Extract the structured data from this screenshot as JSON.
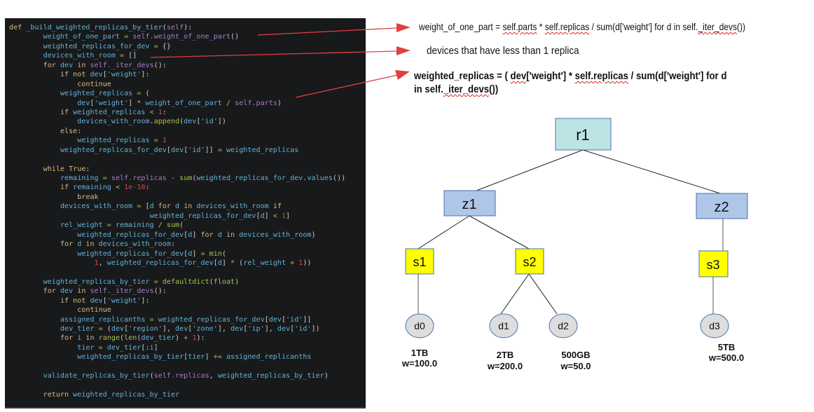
{
  "code": {
    "lines": [
      [
        [
          "kw",
          "def "
        ],
        [
          "id",
          "_build_weighted_replicas_by_tier"
        ],
        [
          "pn",
          "("
        ],
        [
          "sf",
          "self"
        ],
        [
          "pn",
          "):"
        ]
      ],
      [
        [
          "pn",
          "        "
        ],
        [
          "id",
          "weight_of_one_part "
        ],
        [
          "op",
          "="
        ],
        [
          "pn",
          " "
        ],
        [
          "sf",
          "self.weight_of_one_part"
        ],
        [
          "pn",
          "()"
        ]
      ],
      [
        [
          "pn",
          "        "
        ],
        [
          "id",
          "weighted_replicas_for_dev "
        ],
        [
          "op",
          "="
        ],
        [
          "pn",
          " {}"
        ]
      ],
      [
        [
          "pn",
          "        "
        ],
        [
          "id",
          "devices_with_room "
        ],
        [
          "op",
          "="
        ],
        [
          "pn",
          " []"
        ]
      ],
      [
        [
          "pn",
          "        "
        ],
        [
          "kw",
          "for "
        ],
        [
          "id",
          "dev "
        ],
        [
          "kw",
          "in "
        ],
        [
          "sf",
          "self._iter_devs"
        ],
        [
          "pn",
          "():"
        ]
      ],
      [
        [
          "pn",
          "            "
        ],
        [
          "kw",
          "if not "
        ],
        [
          "id",
          "dev"
        ],
        [
          "pn",
          "["
        ],
        [
          "st",
          "'weight'"
        ],
        [
          "pn",
          "]:"
        ]
      ],
      [
        [
          "pn",
          "                "
        ],
        [
          "kw",
          "continue"
        ]
      ],
      [
        [
          "pn",
          "            "
        ],
        [
          "id",
          "weighted_replicas "
        ],
        [
          "op",
          "="
        ],
        [
          "pn",
          " ("
        ]
      ],
      [
        [
          "pn",
          "                "
        ],
        [
          "id",
          "dev"
        ],
        [
          "pn",
          "["
        ],
        [
          "st",
          "'weight'"
        ],
        [
          "pn",
          "] "
        ],
        [
          "op",
          "*"
        ],
        [
          "pn",
          " "
        ],
        [
          "id",
          "weight_of_one_part "
        ],
        [
          "op",
          "/"
        ],
        [
          "pn",
          " "
        ],
        [
          "sf",
          "self.parts"
        ],
        [
          "pn",
          ")"
        ]
      ],
      [
        [
          "pn",
          "            "
        ],
        [
          "kw",
          "if "
        ],
        [
          "id",
          "weighted_replicas "
        ],
        [
          "op",
          "<"
        ],
        [
          "pn",
          " "
        ],
        [
          "nm",
          "1"
        ],
        [
          "pn",
          ":"
        ]
      ],
      [
        [
          "pn",
          "                "
        ],
        [
          "id",
          "devices_with_room"
        ],
        [
          "pn",
          "."
        ],
        [
          "bi",
          "append"
        ],
        [
          "pn",
          "("
        ],
        [
          "id",
          "dev"
        ],
        [
          "pn",
          "["
        ],
        [
          "st",
          "'id'"
        ],
        [
          "pn",
          "])"
        ]
      ],
      [
        [
          "pn",
          "            "
        ],
        [
          "kw",
          "else"
        ],
        [
          "pn",
          ":"
        ]
      ],
      [
        [
          "pn",
          "                "
        ],
        [
          "id",
          "weighted_replicas "
        ],
        [
          "op",
          "="
        ],
        [
          "pn",
          " "
        ],
        [
          "nm",
          "1"
        ]
      ],
      [
        [
          "pn",
          "            "
        ],
        [
          "id",
          "weighted_replicas_for_dev"
        ],
        [
          "pn",
          "["
        ],
        [
          "id",
          "dev"
        ],
        [
          "pn",
          "["
        ],
        [
          "st",
          "'id'"
        ],
        [
          "pn",
          "]] "
        ],
        [
          "op",
          "="
        ],
        [
          "pn",
          " "
        ],
        [
          "id",
          "weighted_replicas"
        ]
      ],
      [
        [
          "pn",
          " "
        ]
      ],
      [
        [
          "pn",
          "        "
        ],
        [
          "kw",
          "while True"
        ],
        [
          "pn",
          ":"
        ]
      ],
      [
        [
          "pn",
          "            "
        ],
        [
          "id",
          "remaining "
        ],
        [
          "op",
          "="
        ],
        [
          "pn",
          " "
        ],
        [
          "sf",
          "self.replicas"
        ],
        [
          "pn",
          " "
        ],
        [
          "op",
          "-"
        ],
        [
          "pn",
          " "
        ],
        [
          "bi",
          "sum"
        ],
        [
          "pn",
          "("
        ],
        [
          "id",
          "weighted_replicas_for_dev"
        ],
        [
          "pn",
          "."
        ],
        [
          "id",
          "values"
        ],
        [
          "pn",
          "())"
        ]
      ],
      [
        [
          "pn",
          "            "
        ],
        [
          "kw",
          "if "
        ],
        [
          "id",
          "remaining "
        ],
        [
          "op",
          "<"
        ],
        [
          "pn",
          " "
        ],
        [
          "nm",
          "1e-10"
        ],
        [
          "pn",
          ":"
        ]
      ],
      [
        [
          "pn",
          "                "
        ],
        [
          "kw",
          "break"
        ]
      ],
      [
        [
          "pn",
          "            "
        ],
        [
          "id",
          "devices_with_room "
        ],
        [
          "op",
          "="
        ],
        [
          "pn",
          " ["
        ],
        [
          "id",
          "d "
        ],
        [
          "kw",
          "for "
        ],
        [
          "id",
          "d "
        ],
        [
          "kw",
          "in "
        ],
        [
          "id",
          "devices_with_room "
        ],
        [
          "kw",
          "if"
        ]
      ],
      [
        [
          "pn",
          "                                 "
        ],
        [
          "id",
          "weighted_replicas_for_dev"
        ],
        [
          "pn",
          "["
        ],
        [
          "id",
          "d"
        ],
        [
          "pn",
          "] "
        ],
        [
          "op",
          "<"
        ],
        [
          "pn",
          " "
        ],
        [
          "nm",
          "1"
        ],
        [
          "pn",
          "]"
        ]
      ],
      [
        [
          "pn",
          "            "
        ],
        [
          "id",
          "rel_weight "
        ],
        [
          "op",
          "="
        ],
        [
          "pn",
          " "
        ],
        [
          "id",
          "remaining "
        ],
        [
          "op",
          "/"
        ],
        [
          "pn",
          " "
        ],
        [
          "bi",
          "sum"
        ],
        [
          "pn",
          "("
        ]
      ],
      [
        [
          "pn",
          "                "
        ],
        [
          "id",
          "weighted_replicas_for_dev"
        ],
        [
          "pn",
          "["
        ],
        [
          "id",
          "d"
        ],
        [
          "pn",
          "] "
        ],
        [
          "kw",
          "for "
        ],
        [
          "id",
          "d "
        ],
        [
          "kw",
          "in "
        ],
        [
          "id",
          "devices_with_room"
        ],
        [
          "pn",
          ")"
        ]
      ],
      [
        [
          "pn",
          "            "
        ],
        [
          "kw",
          "for "
        ],
        [
          "id",
          "d "
        ],
        [
          "kw",
          "in "
        ],
        [
          "id",
          "devices_with_room"
        ],
        [
          "pn",
          ":"
        ]
      ],
      [
        [
          "pn",
          "                "
        ],
        [
          "id",
          "weighted_replicas_for_dev"
        ],
        [
          "pn",
          "["
        ],
        [
          "id",
          "d"
        ],
        [
          "pn",
          "] "
        ],
        [
          "op",
          "="
        ],
        [
          "pn",
          " "
        ],
        [
          "bi",
          "min"
        ],
        [
          "pn",
          "("
        ]
      ],
      [
        [
          "pn",
          "                    "
        ],
        [
          "nm",
          "1"
        ],
        [
          "pn",
          ", "
        ],
        [
          "id",
          "weighted_replicas_for_dev"
        ],
        [
          "pn",
          "["
        ],
        [
          "id",
          "d"
        ],
        [
          "pn",
          "] "
        ],
        [
          "op",
          "*"
        ],
        [
          "pn",
          " ("
        ],
        [
          "id",
          "rel_weight "
        ],
        [
          "op",
          "+"
        ],
        [
          "pn",
          " "
        ],
        [
          "nm",
          "1"
        ],
        [
          "pn",
          "))"
        ]
      ],
      [
        [
          "pn",
          " "
        ]
      ],
      [
        [
          "pn",
          "        "
        ],
        [
          "id",
          "weighted_replicas_by_tier "
        ],
        [
          "op",
          "="
        ],
        [
          "pn",
          " "
        ],
        [
          "bi",
          "defaultdict"
        ],
        [
          "pn",
          "("
        ],
        [
          "bi",
          "float"
        ],
        [
          "pn",
          ")"
        ]
      ],
      [
        [
          "pn",
          "        "
        ],
        [
          "kw",
          "for "
        ],
        [
          "id",
          "dev "
        ],
        [
          "kw",
          "in "
        ],
        [
          "sf",
          "self._iter_devs"
        ],
        [
          "pn",
          "():"
        ]
      ],
      [
        [
          "pn",
          "            "
        ],
        [
          "kw",
          "if not "
        ],
        [
          "id",
          "dev"
        ],
        [
          "pn",
          "["
        ],
        [
          "st",
          "'weight'"
        ],
        [
          "pn",
          "]:"
        ]
      ],
      [
        [
          "pn",
          "                "
        ],
        [
          "kw",
          "continue"
        ]
      ],
      [
        [
          "pn",
          "            "
        ],
        [
          "id",
          "assigned_replicanths "
        ],
        [
          "op",
          "="
        ],
        [
          "pn",
          " "
        ],
        [
          "id",
          "weighted_replicas_for_dev"
        ],
        [
          "pn",
          "["
        ],
        [
          "id",
          "dev"
        ],
        [
          "pn",
          "["
        ],
        [
          "st",
          "'id'"
        ],
        [
          "pn",
          "]]"
        ]
      ],
      [
        [
          "pn",
          "            "
        ],
        [
          "id",
          "dev_tier "
        ],
        [
          "op",
          "="
        ],
        [
          "pn",
          " ("
        ],
        [
          "id",
          "dev"
        ],
        [
          "pn",
          "["
        ],
        [
          "st",
          "'region'"
        ],
        [
          "pn",
          "], "
        ],
        [
          "id",
          "dev"
        ],
        [
          "pn",
          "["
        ],
        [
          "st",
          "'zone'"
        ],
        [
          "pn",
          "], "
        ],
        [
          "id",
          "dev"
        ],
        [
          "pn",
          "["
        ],
        [
          "st",
          "'ip'"
        ],
        [
          "pn",
          "], "
        ],
        [
          "id",
          "dev"
        ],
        [
          "pn",
          "["
        ],
        [
          "st",
          "'id'"
        ],
        [
          "pn",
          "])"
        ]
      ],
      [
        [
          "pn",
          "            "
        ],
        [
          "kw",
          "for "
        ],
        [
          "id",
          "i "
        ],
        [
          "kw",
          "in "
        ],
        [
          "bi",
          "range"
        ],
        [
          "pn",
          "("
        ],
        [
          "bi",
          "len"
        ],
        [
          "pn",
          "("
        ],
        [
          "id",
          "dev_tier"
        ],
        [
          "pn",
          ") "
        ],
        [
          "op",
          "+"
        ],
        [
          "pn",
          " "
        ],
        [
          "nm",
          "1"
        ],
        [
          "pn",
          "):"
        ]
      ],
      [
        [
          "pn",
          "                "
        ],
        [
          "id",
          "tier "
        ],
        [
          "op",
          "="
        ],
        [
          "pn",
          " "
        ],
        [
          "id",
          "dev_tier"
        ],
        [
          "pn",
          "[:"
        ],
        [
          "id",
          "i"
        ],
        [
          "pn",
          "]"
        ]
      ],
      [
        [
          "pn",
          "                "
        ],
        [
          "id",
          "weighted_replicas_by_tier"
        ],
        [
          "pn",
          "["
        ],
        [
          "id",
          "tier"
        ],
        [
          "pn",
          "] "
        ],
        [
          "op",
          "+="
        ],
        [
          "pn",
          " "
        ],
        [
          "id",
          "assigned_replicanths"
        ]
      ],
      [
        [
          "pn",
          " "
        ]
      ],
      [
        [
          "pn",
          "        "
        ],
        [
          "id",
          "validate_replicas_by_tier"
        ],
        [
          "pn",
          "("
        ],
        [
          "sf",
          "self.replicas"
        ],
        [
          "pn",
          ", "
        ],
        [
          "id",
          "weighted_replicas_by_tier"
        ],
        [
          "pn",
          ")"
        ]
      ],
      [
        [
          "pn",
          " "
        ]
      ],
      [
        [
          "pn",
          "        "
        ],
        [
          "kw",
          "return "
        ],
        [
          "id",
          "weighted_replicas_by_tier"
        ]
      ]
    ]
  },
  "annotations": {
    "a1": {
      "parts": [
        {
          "t": "weight_of_one_part = ",
          "sq": false
        },
        {
          "t": "self.parts",
          "sq": true
        },
        {
          "t": " * ",
          "sq": false
        },
        {
          "t": "self.replicas",
          "sq": true
        },
        {
          "t": " / sum(d['weight'] for d in self.",
          "sq": false
        },
        {
          "t": "_iter_devs",
          "sq": true
        },
        {
          "t": "())",
          "sq": false
        }
      ]
    },
    "a2": {
      "text": "devices that have less than 1 replica"
    },
    "a3": {
      "line1": [
        {
          "t": "weighted_replicas = ( ",
          "sq": false
        },
        {
          "t": "dev",
          "sq": true
        },
        {
          "t": "['weight'] * ",
          "sq": false
        },
        {
          "t": "self.replicas",
          "sq": true
        },
        {
          "t": " / sum(d['weight'] for d",
          "sq": false
        }
      ],
      "line2": [
        {
          "t": "in self.",
          "sq": false
        },
        {
          "t": "_iter_devs",
          "sq": true
        },
        {
          "t": "())",
          "sq": false
        }
      ]
    }
  },
  "tree": {
    "colors": {
      "region_fill": "#bde4e4",
      "zone_fill": "#aec6e8",
      "server_fill": "#ffff00",
      "device_fill": "#dddddd",
      "border": "#4a72b0",
      "arrow": "#e04040"
    },
    "region": {
      "id": "r1"
    },
    "zones": [
      {
        "id": "z1"
      },
      {
        "id": "z2"
      }
    ],
    "servers": [
      {
        "id": "s1",
        "zone": "z1"
      },
      {
        "id": "s2",
        "zone": "z1"
      },
      {
        "id": "s3",
        "zone": "z2"
      }
    ],
    "devices": [
      {
        "id": "d0",
        "server": "s1",
        "size": "1TB",
        "weight": "w=100.0"
      },
      {
        "id": "d1",
        "server": "s2",
        "size": "2TB",
        "weight": "w=200.0"
      },
      {
        "id": "d2",
        "server": "s2",
        "size": "500GB",
        "weight": "w=50.0"
      },
      {
        "id": "d3",
        "server": "s3",
        "size": "5TB",
        "weight": "w=500.0"
      }
    ]
  }
}
